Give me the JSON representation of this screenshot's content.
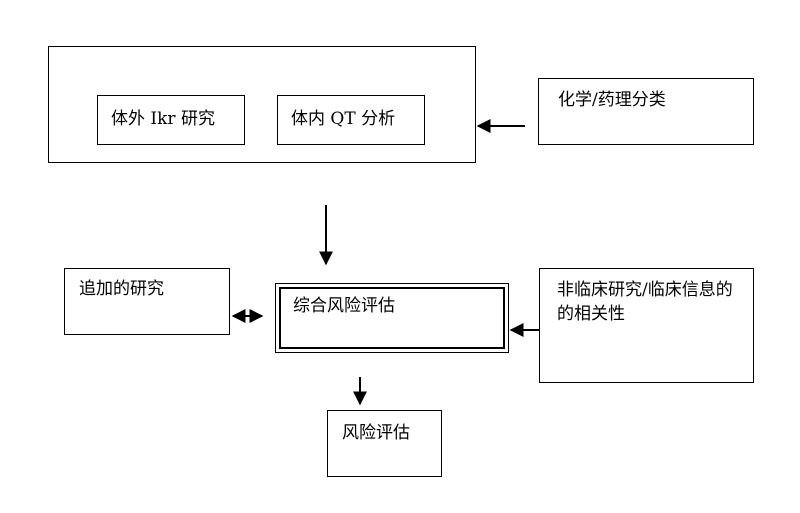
{
  "diagram": {
    "nodes": {
      "in_vitro_ikr": "体外 Ikr 研究",
      "in_vivo_qt": "体内 QT 分析",
      "chem_pharm_class": "化学/药理分类",
      "additional_studies": "追加的研究",
      "integrated_risk_assessment": "综合风险评估",
      "nonclinical_clinical_relevance": "非临床研究/临床信息的的相关性",
      "risk_assessment": "风险评估"
    }
  }
}
